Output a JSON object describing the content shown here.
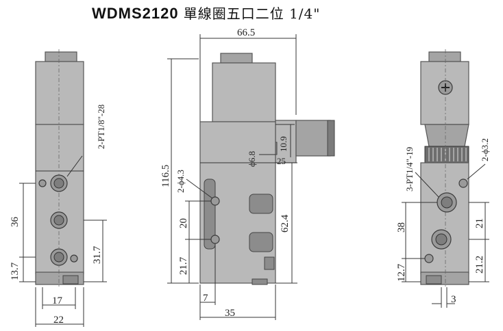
{
  "title": {
    "model": "WDMS2120",
    "description": "單線圈五口二位 1/4\""
  },
  "front_view": {
    "dims": {
      "thread": "2-PT1/8\"-28",
      "h36": "36",
      "h13_7": "13.7",
      "h31_7": "31.7",
      "w17": "17",
      "w22": "22"
    }
  },
  "side_view": {
    "dims": {
      "top_width": "66.5",
      "total_height": "116.5",
      "mount_holes": "2-ϕ4.3",
      "h20": "20",
      "h21_7": "21.7",
      "h62_4": "62.4",
      "w7": "7",
      "w35": "35",
      "h10_9": "10.9",
      "phi6_8": "ϕ6.8",
      "h25": "25"
    }
  },
  "back_view": {
    "dims": {
      "thread": "3-PT1/4\"-19",
      "holes": "2-ϕ3.2",
      "h38": "38",
      "h12_7": "12.7",
      "h21": "21",
      "h21_2": "21.2",
      "w3": "3"
    }
  }
}
